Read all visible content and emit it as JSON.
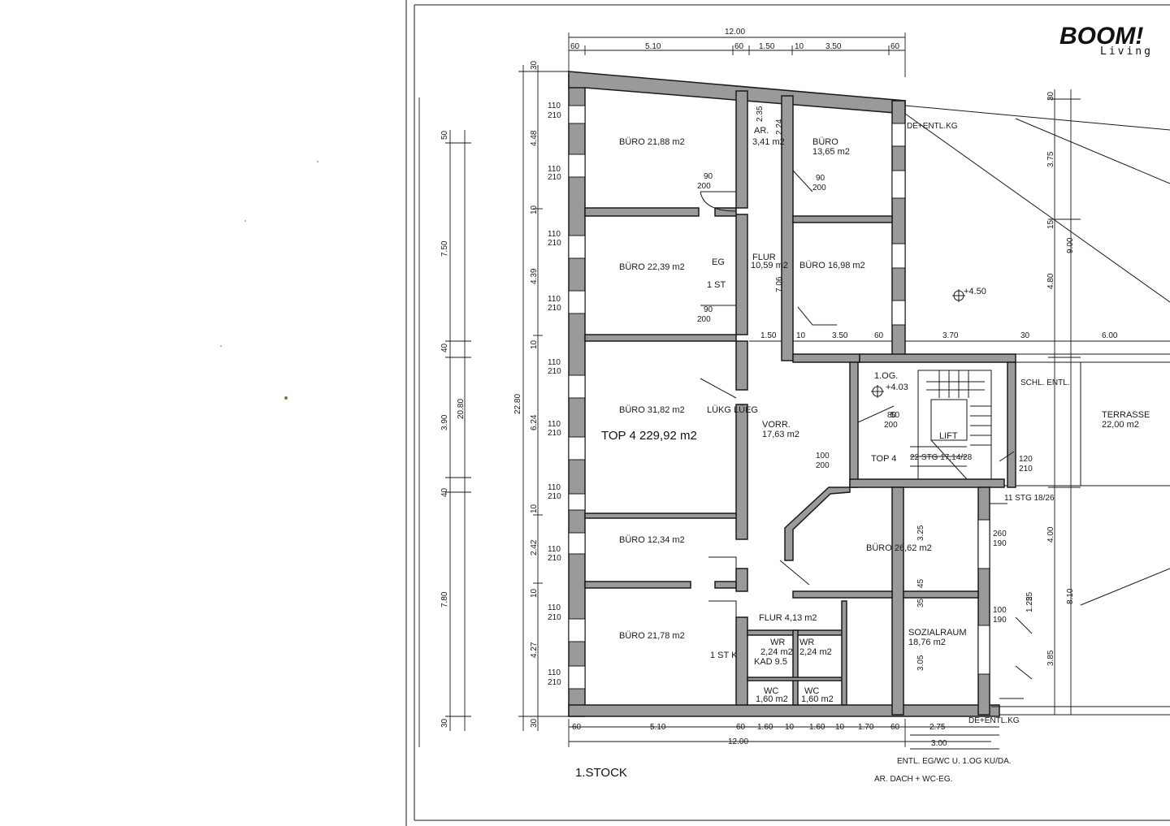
{
  "brand": {
    "name": "BOOM!",
    "sub": "Living"
  },
  "title": "1.STOCK",
  "unit": "TOP 4  229,92 m2",
  "rooms": [
    {
      "name": "BÜRO",
      "area": "21,88 m2"
    },
    {
      "name": "BÜRO",
      "area": "22,39 m2"
    },
    {
      "name": "BÜRO",
      "area": "31,82 m2"
    },
    {
      "name": "BÜRO",
      "area": "12,34 m2"
    },
    {
      "name": "BÜRO",
      "area": "21,78 m2"
    },
    {
      "name": "BÜRO",
      "area": "13,65 m2"
    },
    {
      "name": "BÜRO",
      "area": "16,98 m2"
    },
    {
      "name": "BÜRO",
      "area": "26,62 m2"
    },
    {
      "name": "AR.",
      "area": "3,41 m2"
    },
    {
      "name": "FLUR",
      "area": "10,59 m2"
    },
    {
      "name": "VORR.",
      "area": "17,63 m2"
    },
    {
      "name": "FLUR",
      "area": "4,13 m2"
    },
    {
      "name": "SOZIALRAUM",
      "area": "18,76 m2"
    },
    {
      "name": "WC",
      "area": "1,60 m2"
    },
    {
      "name": "WC",
      "area": "1,60 m2"
    },
    {
      "name": "WR",
      "area": "2,24 m2"
    },
    {
      "name": "WR",
      "area": "2,24 m2"
    },
    {
      "name": "TERRASSE",
      "area": "22,00 m2"
    }
  ],
  "labels": {
    "top4_small": "TOP 4",
    "lift": "LIFT",
    "og": "1.OG.",
    "og_val": "+4.03",
    "level": "+4.50",
    "lueg": "LÜKG\nLÜEG",
    "eg": "EG",
    "st1": "1 ST",
    "st1k": "1 ST\nK",
    "kad": "KAD 9.5",
    "schl": "SCHL.\nENTL.",
    "stg22": "22 STG\n17,14/28",
    "stg11": "11 STG\n18/26",
    "de_entl_top": "DE+ENTL.KG",
    "de_entl_bottom": "DE+ENTL.KG",
    "entl": "ENTL. EG/WC U.\n1.OG KU/DA.",
    "ar_dach": "AR. DACH\n+ WC-EG."
  },
  "dims": {
    "top_total": "12.00",
    "top_segments": [
      "60",
      "5.10",
      "60",
      "1.50",
      "10",
      "3.50",
      "60"
    ],
    "bottom_total": "12.00",
    "bottom_segments": [
      "60",
      "5.10",
      "60",
      "1.60",
      "10",
      "1.60",
      "10",
      "1.70",
      "60",
      "2.75"
    ],
    "bottom_extra": "3.00",
    "left_total": "22.80",
    "left_segments": [
      "30",
      "4.48",
      "10",
      "4.39",
      "10",
      "6.24",
      "10",
      "2.42",
      "10",
      "4.27",
      "30"
    ],
    "far_left": [
      "50",
      "7.50",
      "40",
      "3.90",
      "40",
      "7.80",
      "30",
      "20.80"
    ],
    "right_segments": [
      "30",
      "3.75",
      "15",
      "4.80",
      "9.00",
      "4.00",
      "8.10",
      "1.25",
      "3.85",
      "25"
    ],
    "mid_row": [
      "1.50",
      "10",
      "3.50",
      "60",
      "3.70",
      "30",
      "6.00"
    ],
    "windows": [
      "110",
      "210"
    ],
    "doors": [
      "90",
      "200",
      "80",
      "200",
      "100",
      "200",
      "120",
      "210"
    ],
    "misc": [
      "2.35",
      "2.24",
      "7.06",
      "260",
      "190",
      "100",
      "190",
      "50",
      "45",
      "35",
      "3.25",
      "3.05"
    ]
  },
  "colors": {
    "wall": "#9a9a9a",
    "line": "#1a1a1a",
    "paper": "#ffffff"
  }
}
